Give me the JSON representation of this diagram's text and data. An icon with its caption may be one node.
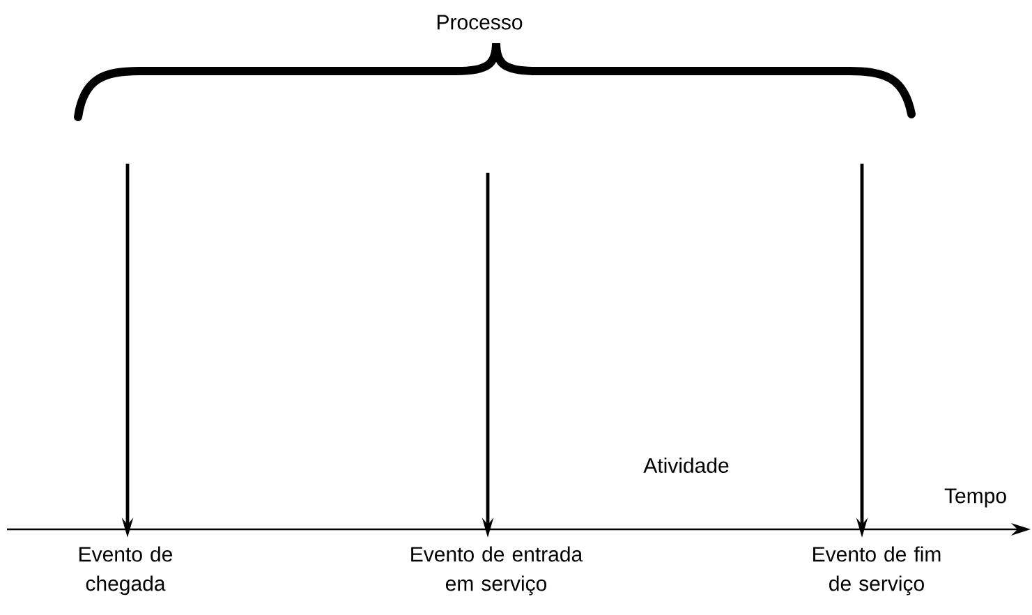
{
  "diagram": {
    "nodes": [
      {
        "text": [
          "Evento de chegada"
        ]
      },
      {
        "text": [
          "Evento de entrada em serviço"
        ]
      },
      {
        "text": [
          "Evento de fim de serviço"
        ]
      }
    ],
    "edges": [
      {
        "from": null,
        "to": 0,
        "arrow": "to"
      },
      {
        "from": null,
        "to": 1,
        "arrow": "to"
      },
      {
        "from": null,
        "to": 2,
        "arrow": "to"
      }
    ],
    "labels": [
      "Processo",
      "Atividade",
      "Tempo"
    ]
  }
}
